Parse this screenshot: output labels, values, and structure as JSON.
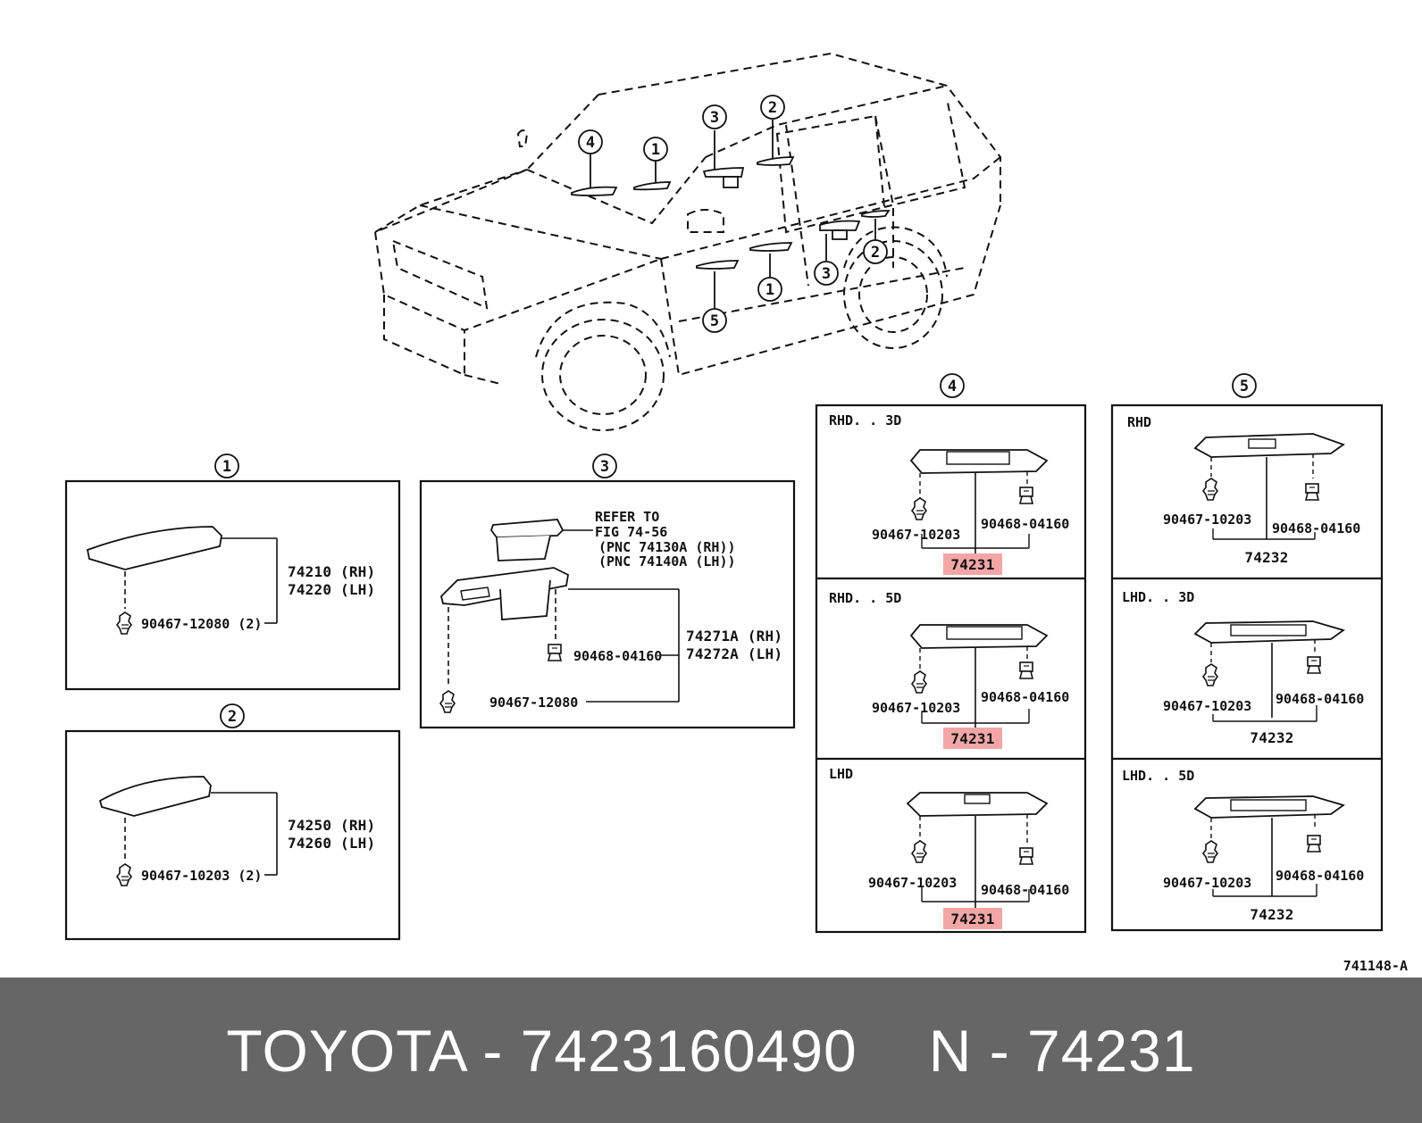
{
  "diagram_code": "741148-A",
  "car_callouts": [
    "4",
    "1",
    "3",
    "2",
    "2",
    "3",
    "1",
    "5"
  ],
  "boxes": {
    "box1": {
      "callout": "1",
      "part_rh": "74210 (RH)",
      "part_lh": "74220 (LH)",
      "clip": "90467-12080 (2)"
    },
    "box2": {
      "callout": "2",
      "part_rh": "74250 (RH)",
      "part_lh": "74260 (LH)",
      "clip": "90467-10203 (2)"
    },
    "box3": {
      "callout": "3",
      "refer_line1": "REFER TO",
      "refer_line2": "FIG 74-56",
      "refer_line3": "(PNC 74130A (RH))",
      "refer_line4": "(PNC 74140A (LH))",
      "part_rh": "74271A (RH)",
      "part_lh": "74272A (LH)",
      "clip_a": "90468-04160",
      "clip_b": "90467-12080"
    },
    "box4": {
      "callout": "4",
      "panels": [
        {
          "variant": "RHD. . 3D",
          "clip_left": "90467-10203",
          "clip_right": "90468-04160",
          "part": "74231"
        },
        {
          "variant": "RHD. . 5D",
          "clip_left": "90467-10203",
          "clip_right": "90468-04160",
          "part": "74231"
        },
        {
          "variant": "LHD",
          "clip_left": "90467-10203",
          "clip_right": "90468-04160",
          "part": "74231"
        }
      ]
    },
    "box5": {
      "callout": "5",
      "panels": [
        {
          "variant": "RHD",
          "clip_left": "90467-10203",
          "clip_right": "90468-04160",
          "part": "74232"
        },
        {
          "variant": "LHD. . 3D",
          "clip_left": "90467-10203",
          "clip_right": "90468-04160",
          "part": "74232"
        },
        {
          "variant": "LHD. . 5D",
          "clip_left": "90467-10203",
          "clip_right": "90468-04160",
          "part": "74232"
        }
      ]
    }
  },
  "highlight_color": "#f3a6a6",
  "footer": {
    "brand_part": "TOYOTA - 7423160490",
    "ref": "N - 74231"
  }
}
